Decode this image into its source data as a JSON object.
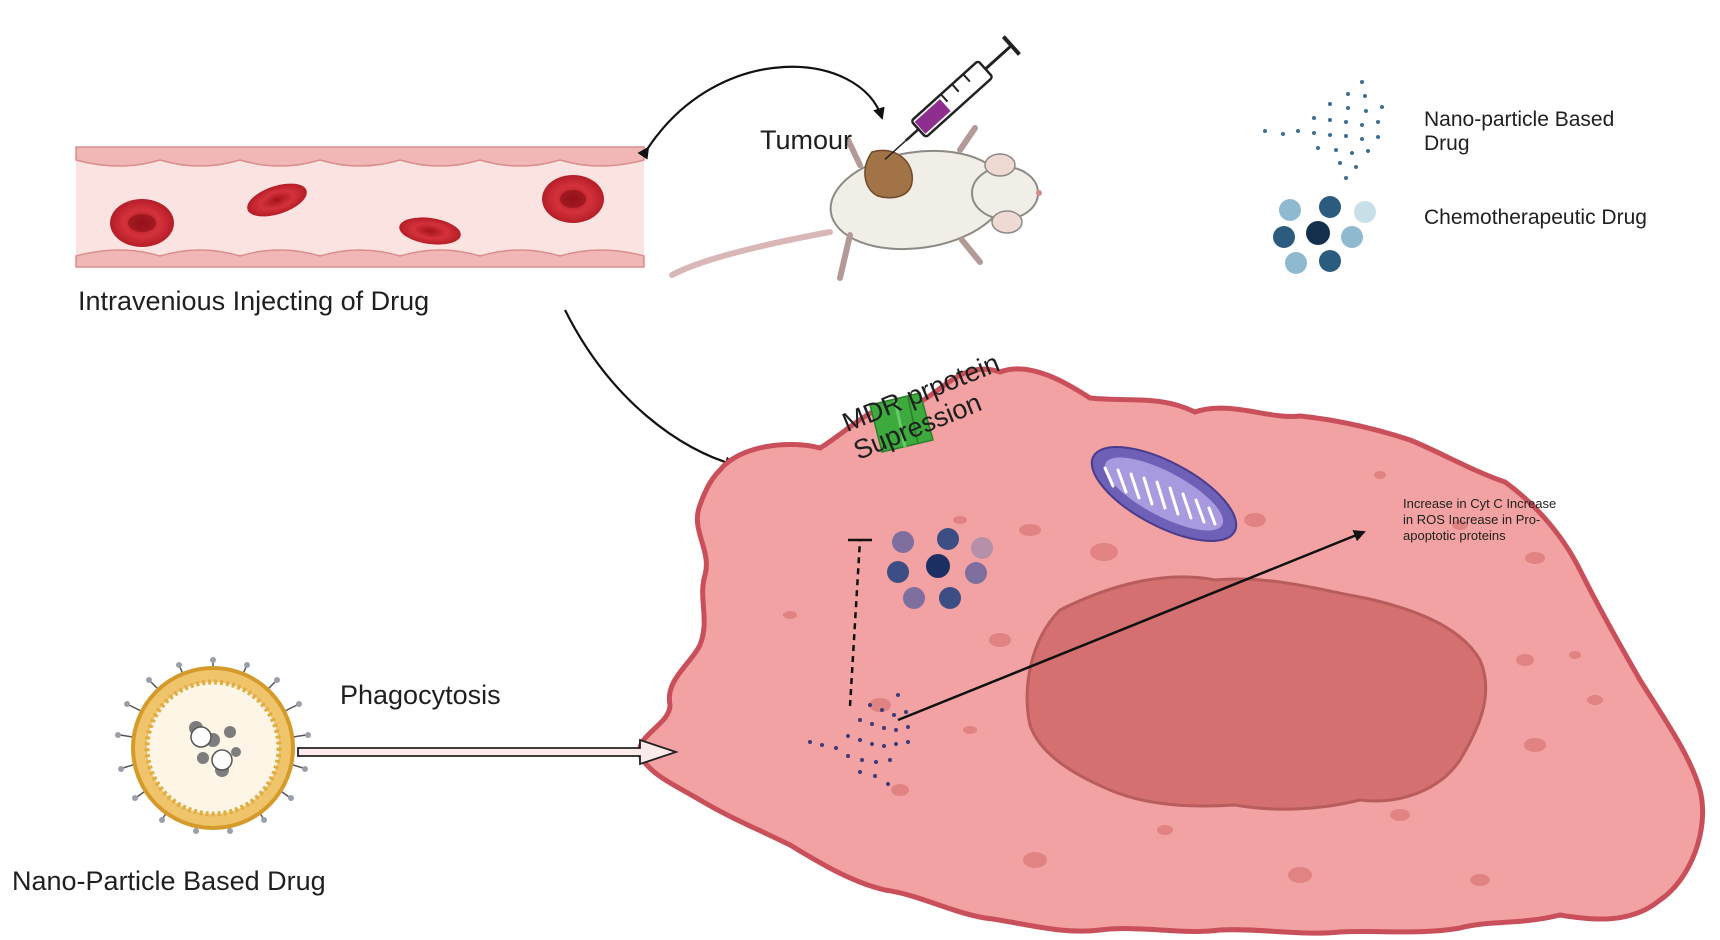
{
  "labels": {
    "vessel": "Intravenious Injecting of Drug",
    "tumour": "Tumour",
    "nanoparticle_legend": "Nano-particle Based Drug",
    "chemo_legend": "Chemotherapeutic Drug",
    "mdr": "MDR prpotein Supression",
    "effects": "Increase in Cyt C Increase in ROS Increase in Pro-apoptotic proteins",
    "phagocytosis": "Phagocytosis",
    "nanoparticle": "Nano-Particle Based Drug"
  },
  "colors": {
    "cell_fill": "#f2a2a2",
    "cell_stroke": "#c94f5a",
    "nucleus": "#d47070",
    "vessel_fill": "#fbe3e2",
    "vessel_wall": "#e89e9e",
    "rbc": "#c8202b",
    "mito": "#7d6fc4",
    "mdr_protein": "#3daa3d",
    "chemo_dark": "#1f4566",
    "chemo_light": "#8fb9cf",
    "nanoparticle": "#e7b23c"
  },
  "icons": [
    "syringe-icon",
    "mouse-icon",
    "red-blood-cell-icon",
    "mitochondrion-icon",
    "nanoparticle-icon",
    "mdr-protein-icon"
  ]
}
